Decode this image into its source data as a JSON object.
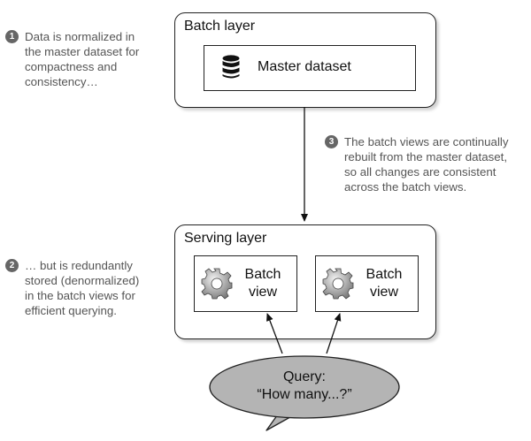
{
  "batch_layer": {
    "title": "Batch layer",
    "master_dataset_label": "Master dataset",
    "master_dataset_icon": "database-icon"
  },
  "serving_layer": {
    "title": "Serving layer",
    "views": [
      {
        "label": "Batch\nview",
        "icon": "gear-icon"
      },
      {
        "label": "Batch\nview",
        "icon": "gear-icon"
      }
    ]
  },
  "query": {
    "text": "Query:\n“How many...?”"
  },
  "annotations": [
    {
      "number": "1",
      "text": "Data is normalized in\nthe master dataset for\ncompactness and\nconsistency…"
    },
    {
      "number": "2",
      "text": "… but is redundantly\nstored (denormalized)\nin the batch views for\nefficient querying."
    },
    {
      "number": "3",
      "text": "The batch views are continually\nrebuilt from the master dataset,\nso all changes are consistent\nacross the batch views."
    }
  ],
  "colors": {
    "bubble_fill": "#b4b4b4",
    "annotation_text": "#555555",
    "number_badge": "#666666"
  }
}
